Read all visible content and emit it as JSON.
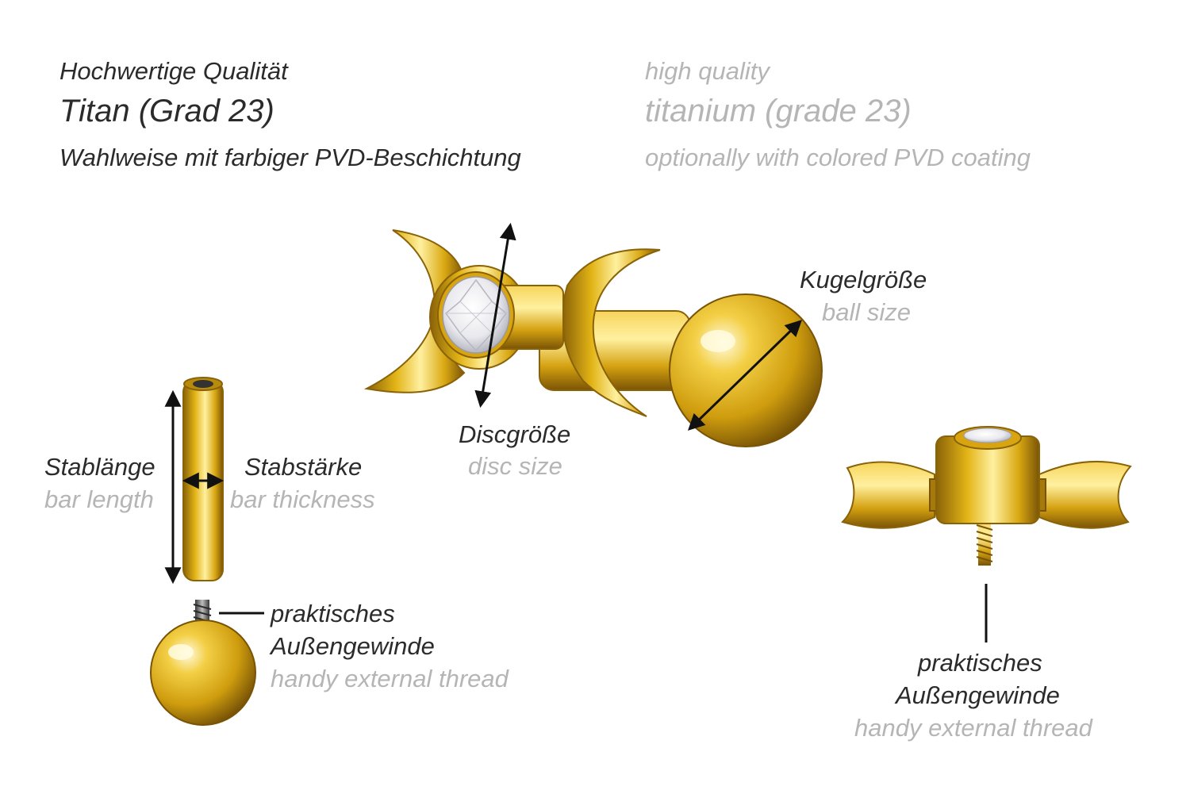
{
  "header": {
    "de_quality": "Hochwertige Qualität",
    "de_material": "Titan (Grad 23)",
    "de_coating": "Wahlweise mit farbiger PVD-Beschichtung",
    "en_quality": "high quality",
    "en_material": "titanium (grade 23)",
    "en_coating": "optionally with colored PVD coating"
  },
  "labels": {
    "ball_size_de": "Kugelgröße",
    "ball_size_en": "ball size",
    "disc_size_de": "Discgröße",
    "disc_size_en": "disc size",
    "bar_length_de": "Stablänge",
    "bar_length_en": "bar length",
    "bar_thickness_de": "Stabstärke",
    "bar_thickness_en": "bar thickness",
    "thread_left_de_1": "praktisches",
    "thread_left_de_2": "Außengewinde",
    "thread_left_en": "handy external thread",
    "thread_right_de_1": "praktisches",
    "thread_right_de_2": "Außengewinde",
    "thread_right_en": "handy external thread"
  },
  "colors": {
    "gold_light": "#fff0a0",
    "gold": "#e2b416",
    "gold_dark": "#8a6208",
    "text_dark": "#2b2b2b",
    "text_grey": "#b5b5b5"
  }
}
